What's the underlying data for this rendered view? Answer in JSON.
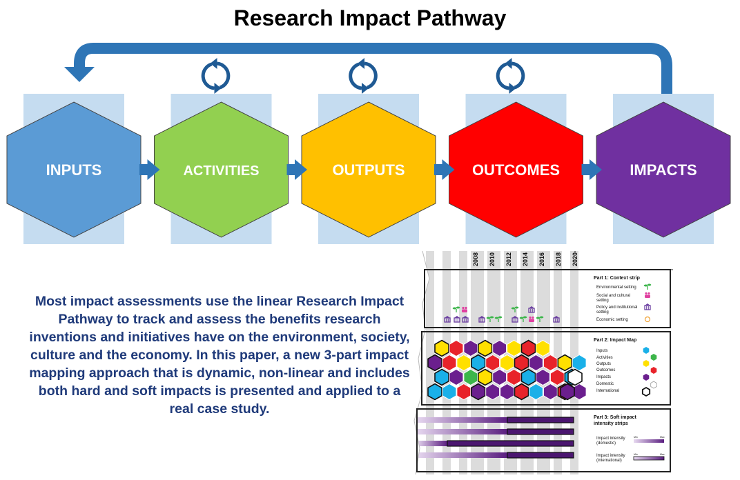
{
  "title": "Research Impact Pathway",
  "stages": [
    {
      "label": "INPUTS",
      "color": "#5b9bd5"
    },
    {
      "label": "ACTIVITIES",
      "color": "#92d050"
    },
    {
      "label": "OUTPUTS",
      "color": "#ffc000"
    },
    {
      "label": "OUTCOMES",
      "color": "#ff0000"
    },
    {
      "label": "IMPACTS",
      "color": "#7030a0"
    }
  ],
  "description": "Most impact assessments use the linear Research Impact Pathway to track and assess the benefits research inventions and initiatives have on the environment, society, culture and the economy. In this paper, a new 3-part impact mapping approach that is dynamic, non-linear and includes both hard and soft impacts is presented and applied to a real case study.",
  "colors": {
    "arrow": "#2e75b6",
    "arrow_dark": "#1f5a94",
    "backdrop": "#c5dcf0",
    "text_blue": "#1f3a7a",
    "teal": "#1ab0e8",
    "hex_red": "#e8232a",
    "hex_yellow": "#ffe000",
    "hex_green": "#3cb54a",
    "hex_purple": "#6b1f8e"
  },
  "map": {
    "years": [
      "2008",
      "2010",
      "2012",
      "2014",
      "2016",
      "2018",
      "2020+"
    ],
    "part1": {
      "title": "Part 1: Context strip",
      "legend": [
        {
          "label": "Environmental setting",
          "icon": "sprout-icon",
          "color": "#3cb54a"
        },
        {
          "label": "Social and cultural setting",
          "icon": "people-icon",
          "color": "#e040a0"
        },
        {
          "label": "Policy and institutional setting",
          "icon": "building-icon",
          "color": "#6b3fa0"
        },
        {
          "label": "Economic setting",
          "icon": "coin-icon",
          "color": "#f0a030"
        }
      ]
    },
    "part2": {
      "title": "Part 2: Impact Map",
      "legend": [
        {
          "label": "Inputs",
          "colors": [
            "#1ab0e8"
          ]
        },
        {
          "label": "Activities",
          "colors": [
            "#3cb54a"
          ]
        },
        {
          "label": "Outputs",
          "colors": [
            "#ffe000"
          ]
        },
        {
          "label": "Outcomes",
          "colors": [
            "#e8232a"
          ]
        },
        {
          "label": "Impacts",
          "colors": [
            "#6b1f8e"
          ]
        },
        {
          "label": "Domestic",
          "colors": [
            "#ffffff"
          ]
        },
        {
          "label": "International",
          "colors": [
            "#ffffff"
          ]
        }
      ]
    },
    "part3": {
      "title": "Part 3: Soft impact intensity strips",
      "legend": [
        {
          "label": "Impact intensity (domestic)",
          "min": "Min",
          "max": "Max"
        },
        {
          "label": "Impact intensity (international)",
          "min": "Min",
          "max": "Max"
        }
      ]
    }
  }
}
